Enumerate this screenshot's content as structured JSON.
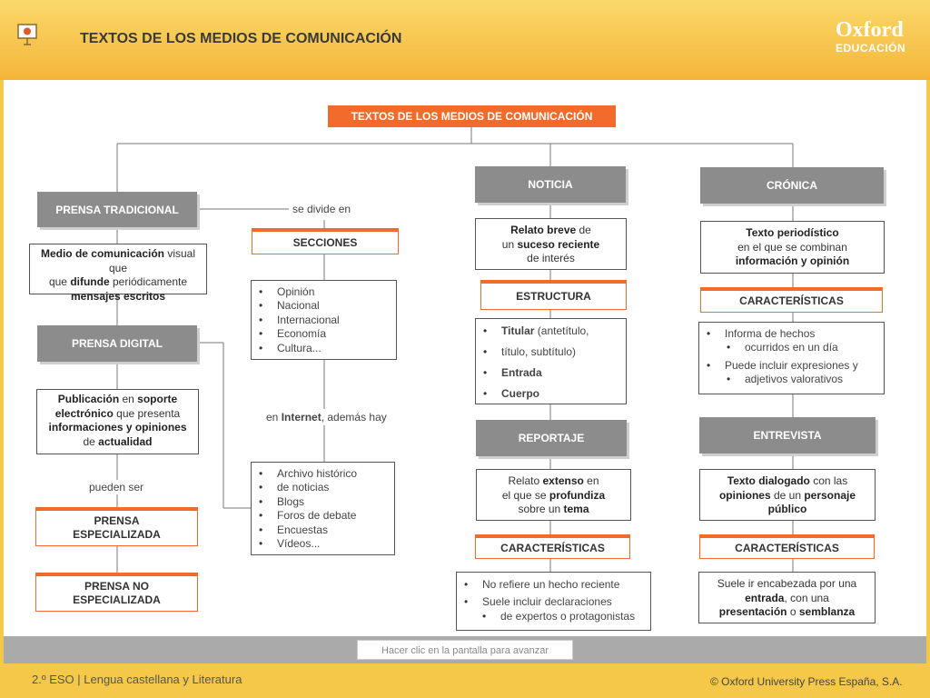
{
  "header": {
    "title": "TEXTOS DE LOS MEDIOS DE COMUNICACIÓN",
    "logo_top": "Oxford",
    "logo_bottom": "EDUCACIÓN"
  },
  "diagram": {
    "root": "TEXTOS DE LOS MEDIOS DE COMUNICACIÓN",
    "prensa_tradicional": {
      "title": "PRENSA TRADICIONAL",
      "def": [
        "Medio de comunicación",
        " visual que ",
        "difunde",
        " periódicamente ",
        "mensajes escritos"
      ]
    },
    "se_divide_en": "se divide en",
    "secciones": {
      "title": "SECCIONES",
      "items": [
        "Opinión",
        "Nacional",
        "Internacional",
        "Economía",
        "Cultura..."
      ]
    },
    "prensa_digital": {
      "title": "PRENSA DIGITAL",
      "def": [
        "Publicación",
        " en ",
        "soporte electrónico",
        " que presenta ",
        "informaciones y opiniones",
        " de ",
        "actualidad"
      ]
    },
    "en_internet": [
      "en ",
      "Internet",
      ", además hay"
    ],
    "internet_items": [
      "Archivo histórico",
      "de noticias",
      "Blogs",
      "Foros de debate",
      "Encuestas",
      "Vídeos..."
    ],
    "pueden_ser": "pueden ser",
    "prensa_especializada": "PRENSA ESPECIALIZADA",
    "prensa_no_especializada": "PRENSA NO ESPECIALIZADA",
    "noticia": {
      "title": "NOTICIA",
      "def": [
        "Relato breve",
        " de ",
        "un ",
        "suceso reciente",
        "de interés"
      ],
      "estructura": "ESTRUCTURA",
      "items": [
        {
          "bold": "Titular",
          "rest": " (antetítulo,"
        },
        {
          "bold": "",
          "rest": "título, subtítulo)"
        },
        {
          "bold": "Entrada",
          "rest": ""
        },
        {
          "bold": "Cuerpo",
          "rest": ""
        }
      ]
    },
    "reportaje": {
      "title": "REPORTAJE",
      "def": [
        "Relato ",
        "extenso",
        " en ",
        "el que se ",
        "profundiza",
        "sobre un ",
        "tema"
      ],
      "caracteristicas": "CARACTERÍSTICAS",
      "items": [
        "No refiere un hecho reciente",
        "Suele incluir declaraciones",
        "de expertos o protagonistas"
      ]
    },
    "cronica": {
      "title": "CRÓNICA",
      "def": [
        "Texto periodístico",
        "en el que se combinan",
        "información y opinión"
      ],
      "caracteristicas": "CARACTERÍSTICAS",
      "items": [
        "Informa de hechos",
        "ocurridos en un día",
        "Puede incluir expresiones y",
        "adjetivos valorativos"
      ]
    },
    "entrevista": {
      "title": "ENTREVISTA",
      "def": [
        "Texto dialogado",
        " con las ",
        "opiniones",
        " de un ",
        "personaje",
        "público"
      ],
      "caracteristicas": "CARACTERÍSTICAS",
      "def2": [
        "Suele ir encabezada por una ",
        "entrada",
        ", con una ",
        "presentación",
        " o ",
        "semblanza"
      ]
    }
  },
  "nav": {
    "advance": "Hacer clic en la pantalla para avanzar"
  },
  "footer": {
    "left": "2.º ESO | Lengua castellana y Literatura",
    "right": "© Oxford University Press España, S.A."
  },
  "colors": {
    "accent": "#f26b2a",
    "node_gray": "#8c8c8c",
    "header": "#f5c84a"
  }
}
